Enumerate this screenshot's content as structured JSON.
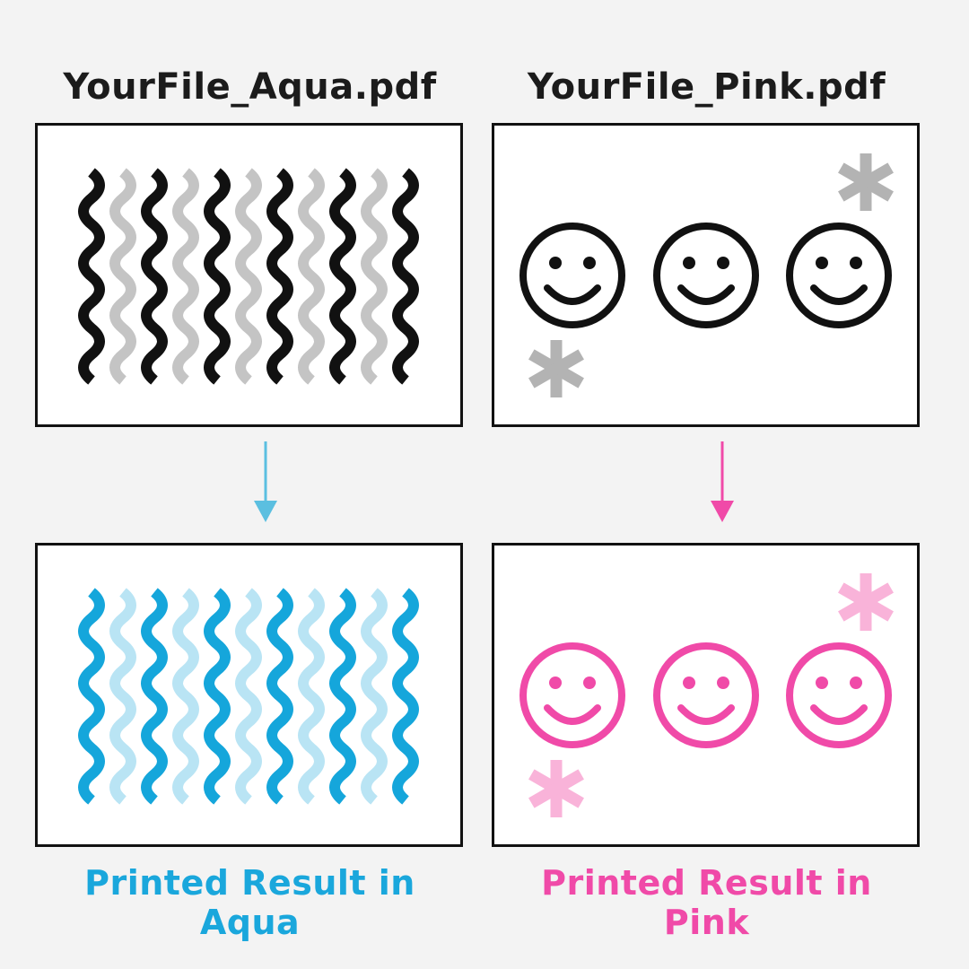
{
  "left": {
    "file_title": "YourFile_Aqua.pdf",
    "result_caption": "Printed Result in Aqua",
    "accent_color": "#1aa7dc"
  },
  "right": {
    "file_title": "YourFile_Pink.pdf",
    "result_caption": "Printed Result in Pink",
    "accent_color": "#f04aa8"
  },
  "colors": {
    "black": "#111111",
    "gray": "#c4c4c4",
    "aqua_dark": "#15a6db",
    "aqua_light": "#b9e4f4",
    "pink_dark": "#f04aa8",
    "pink_light": "#f9b3d9"
  }
}
